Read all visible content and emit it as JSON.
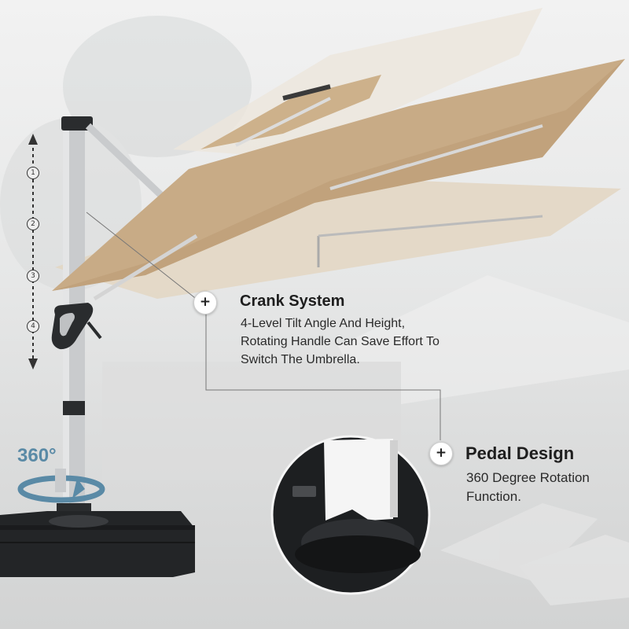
{
  "crank": {
    "title": "Crank System",
    "lines": [
      "4-Level Tilt Angle And Height,",
      "Rotating Handle Can Save Effort To",
      "Switch The Umbrella."
    ]
  },
  "pedal": {
    "title": "Pedal Design",
    "lines": [
      "360 Degree Rotation",
      "Function."
    ]
  },
  "rotation_label": "360°",
  "height_levels": [
    "1",
    "2",
    "3",
    "4"
  ],
  "plus_glyph": "+",
  "colors": {
    "canopy": "#c8ab86",
    "canopy_ghost": "#e6dccd",
    "pole": "#c9cbcd",
    "base": "#232527",
    "accent": "#5a8aa6"
  }
}
